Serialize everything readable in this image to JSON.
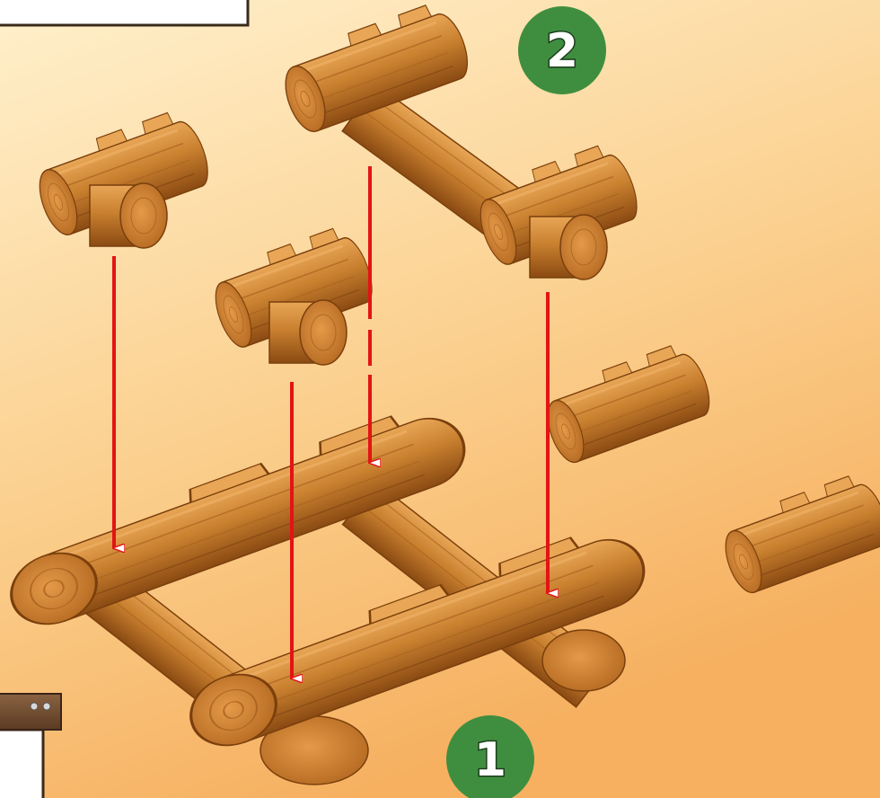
{
  "steps": [
    {
      "number": "1",
      "stage": "base-frame"
    },
    {
      "number": "2",
      "stage": "upper-frame"
    }
  ],
  "colors": {
    "background_top": "#fdebc4",
    "background_bottom": "#f7b567",
    "log_light": "#e29a4a",
    "log_mid": "#c37628",
    "log_dark": "#8c4d14",
    "log_end": "#d58a3b",
    "arrow": "#e31414",
    "badge": "#3f8e3f",
    "panel_border": "#3a2a1a"
  },
  "parts": {
    "base_frame": "assembled-base-frame",
    "upper_logs": [
      "upper-left-log",
      "upper-middle-log",
      "upper-assembly"
    ],
    "loose_logs": [
      "loose-log-1",
      "loose-log-2"
    ]
  }
}
